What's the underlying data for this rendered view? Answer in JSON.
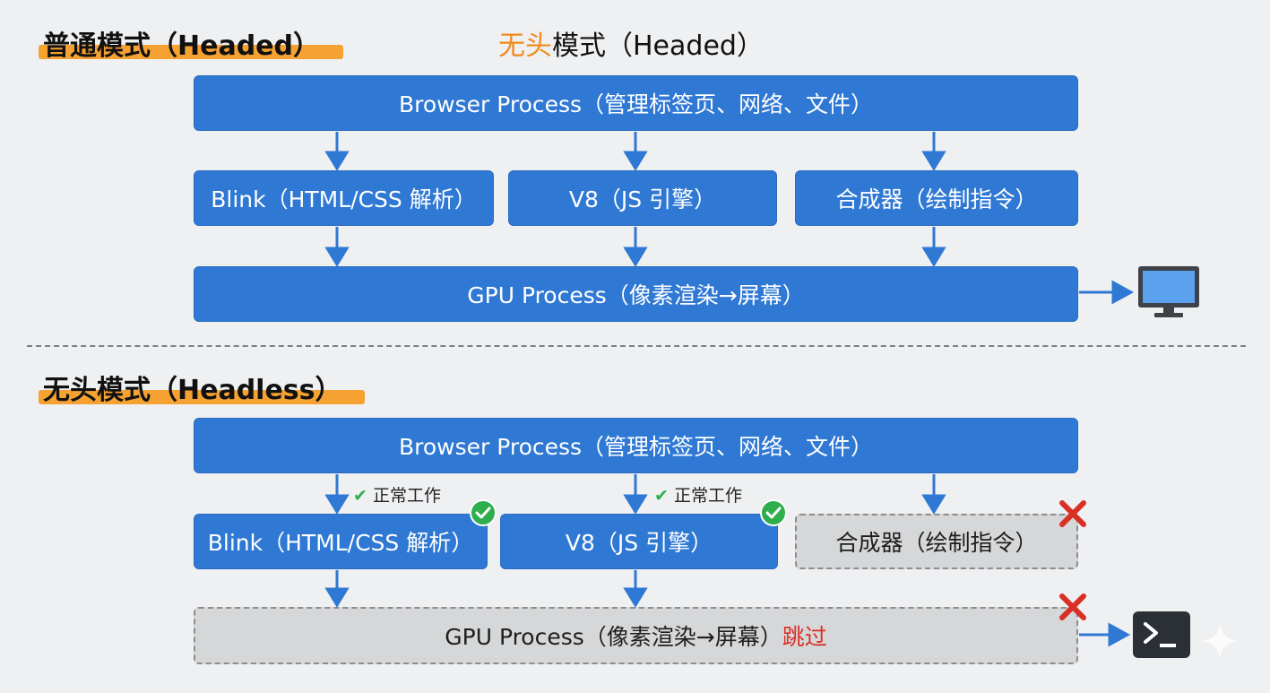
{
  "headed": {
    "title": "普通模式（Headed）",
    "subtitle_highlight": "无头",
    "subtitle_rest": "模式（Headed）",
    "browser": "Browser Process（管理标签页、网络、文件）",
    "blink": "Blink（HTML/CSS 解析）",
    "v8": "V8（JS 引擎）",
    "compositor": "合成器（绘制指令）",
    "gpu": "GPU Process（像素渲染→屏幕）",
    "output_icon": "monitor-icon"
  },
  "headless": {
    "title": "无头模式（Headless）",
    "browser": "Browser Process（管理标签页、网络、文件）",
    "blink_note": "正常工作",
    "v8_note": "正常工作",
    "blink": "Blink（HTML/CSS 解析）",
    "v8": "V8（JS 引擎）",
    "compositor": "合成器（绘制指令）",
    "gpu": "GPU Process（像素渲染→屏幕）",
    "gpu_skip": "跳过",
    "output_icon": "terminal-icon"
  },
  "colors": {
    "process_blue": "#2f78d4",
    "disabled_gray": "#d6d7d9",
    "highlight_orange": "#f6a233",
    "check_green": "#2fae4e",
    "cross_red": "#d93025"
  }
}
